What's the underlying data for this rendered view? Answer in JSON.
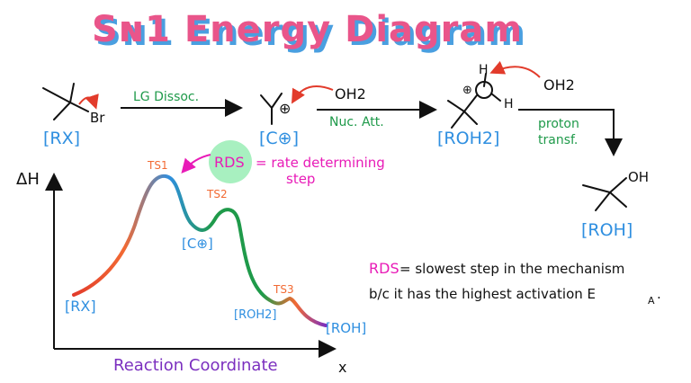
{
  "title": "Sɴ1 Energy Diagram",
  "colors": {
    "title_fill": "#e9558a",
    "title_shadow": "#4a9fe0",
    "black": "#111111",
    "blue": "#2f8fe0",
    "green": "#1f9a4a",
    "magenta": "#e81bb7",
    "orange": "#f26a33",
    "red": "#e23b2b",
    "purple": "#7b2fbf",
    "highlight": "#a8f0c0"
  },
  "mechanism": {
    "rx_label": "[RX]",
    "br_label": "Br",
    "step1_label": "LG Dissoc.",
    "carbocation_label": "[C⊕]",
    "plus_symbol": "⊕",
    "water": "OH2",
    "step2_label": "Nuc. Att.",
    "oxonium_label": "[ROH2]",
    "h_label": "H",
    "proton_transfer": [
      "proton",
      "transf."
    ],
    "roh_label": "[ROH]",
    "oh_label": "OH"
  },
  "diagram": {
    "y_axis_label": "ΔH",
    "x_axis_label": "Reaction Coordinate",
    "x_axis_symbol": "x",
    "ts1": "TS1",
    "ts2": "TS2",
    "ts3": "TS3",
    "rx": "[RX]",
    "carbocation": "[C⊕]",
    "oxonium": "[ROH2]",
    "roh": "[ROH]",
    "rds_callout": {
      "rds": "RDS",
      "eq": "= rate determining",
      "line2": "step"
    }
  },
  "note": {
    "rds": "RDS",
    "line1": "= slowest step in the mechanism",
    "line2": "b/c it has the highest activation E",
    "subscript": "A",
    "period": "."
  }
}
